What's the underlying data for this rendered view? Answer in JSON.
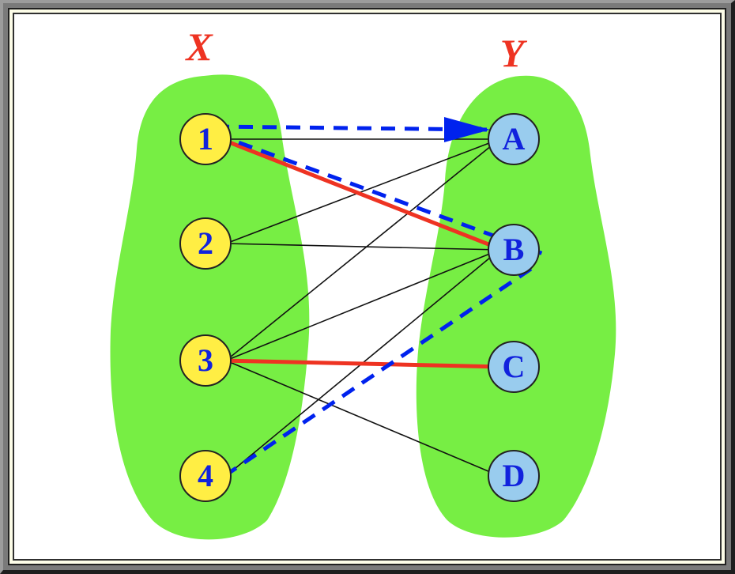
{
  "colors": {
    "blob": "#77ee44",
    "left_node": "#ffee44",
    "right_node": "#99ccee",
    "node_stroke": "#222222",
    "label_text": "#1122dd",
    "set_label": "#ee3322",
    "plain_edge": "#111111",
    "matched_edge": "#ee3322",
    "dashed_edge": "#0022ee"
  },
  "sets": {
    "left_label": "X",
    "right_label": "Y"
  },
  "left_nodes": [
    {
      "id": "1",
      "label": "1"
    },
    {
      "id": "2",
      "label": "2"
    },
    {
      "id": "3",
      "label": "3"
    },
    {
      "id": "4",
      "label": "4"
    }
  ],
  "right_nodes": [
    {
      "id": "A",
      "label": "A"
    },
    {
      "id": "B",
      "label": "B"
    },
    {
      "id": "C",
      "label": "C"
    },
    {
      "id": "D",
      "label": "D"
    }
  ],
  "edges": [
    {
      "from": "1",
      "to": "A",
      "style": "plain"
    },
    {
      "from": "2",
      "to": "A",
      "style": "plain"
    },
    {
      "from": "2",
      "to": "B",
      "style": "plain"
    },
    {
      "from": "3",
      "to": "A",
      "style": "plain"
    },
    {
      "from": "3",
      "to": "B",
      "style": "plain"
    },
    {
      "from": "3",
      "to": "D",
      "style": "plain"
    },
    {
      "from": "4",
      "to": "B",
      "style": "plain"
    },
    {
      "from": "1",
      "to": "B",
      "style": "matched"
    },
    {
      "from": "3",
      "to": "C",
      "style": "matched"
    },
    {
      "from": "1",
      "to": "A",
      "style": "dashed"
    },
    {
      "from": "1",
      "to": "B",
      "style": "dashed"
    },
    {
      "from": "4",
      "to": "B",
      "style": "dashed"
    }
  ]
}
